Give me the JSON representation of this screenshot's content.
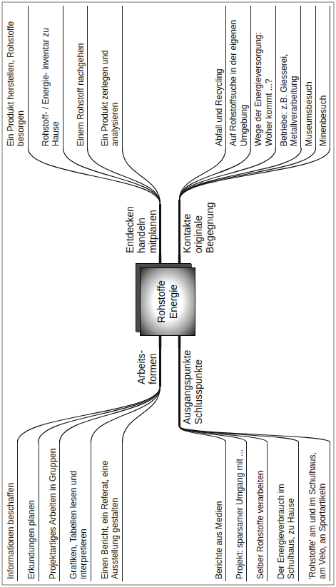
{
  "diagram": {
    "nodes": [
      {
        "text": [
          "Rohstoffe Energie"
        ]
      },
      {
        "text": [
          "Entdecken handeln mitplanen"
        ]
      },
      {
        "text": [
          "Ein Produkt herstellen, Rohstoffe besorgen"
        ]
      },
      {
        "text": [
          "Rohstoff- / Energie- inventar zu Hause"
        ]
      },
      {
        "text": [
          "Einem Rohstoff nachgehen"
        ]
      },
      {
        "text": [
          "Ein Produkt zerlegen und analysieren"
        ]
      },
      {
        "text": [
          "Kontakte originale Begegnung"
        ]
      },
      {
        "text": [
          "Abfall und Recycling"
        ]
      },
      {
        "text": [
          "Auf Rohstoffsuche in der eigenen Umgebung"
        ]
      },
      {
        "text": [
          "Wege der Energieversorgung: Woher kommt ...?"
        ]
      },
      {
        "text": [
          "Betriebe: z.B. Giesserei, Metallverarbeitung"
        ]
      },
      {
        "text": [
          "Museumsbesuch"
        ]
      },
      {
        "text": [
          "Minenbesuch"
        ]
      },
      {
        "text": [
          "Arbeits- formen"
        ]
      },
      {
        "text": [
          "Informationen beschaffen"
        ]
      },
      {
        "text": [
          "Erkundungen planen"
        ]
      },
      {
        "text": [
          "Projektartiges Arbeiten in Gruppen"
        ]
      },
      {
        "text": [
          "Grafiken, Tabellen lesen und interpretieren"
        ]
      },
      {
        "text": [
          "Einen Bericht, ein Referat, eine Ausstellung gestalten"
        ]
      },
      {
        "text": [
          "Ausgangspunkte Schlusspunkte"
        ]
      },
      {
        "text": [
          "Berichte aus Medien"
        ]
      },
      {
        "text": [
          "Projekt: sparsamer Umgang mit ..."
        ]
      },
      {
        "text": [
          "Selber Rohstoffe verarbeiten"
        ]
      },
      {
        "text": [
          "Der Energieverbrauch im Schulhaus, zu Hause"
        ]
      },
      {
        "text": [
          "'Rohstoffe' am und im Schulhaus, am Velo, an Sportartikeln"
        ]
      }
    ],
    "edges": [
      {
        "from": 0,
        "to": 1,
        "arrow": "none"
      },
      {
        "from": 1,
        "to": 2,
        "arrow": "none"
      },
      {
        "from": 1,
        "to": 3,
        "arrow": "none"
      },
      {
        "from": 1,
        "to": 4,
        "arrow": "none"
      },
      {
        "from": 1,
        "to": 5,
        "arrow": "none"
      },
      {
        "from": 0,
        "to": 6,
        "arrow": "none"
      },
      {
        "from": 6,
        "to": 7,
        "arrow": "none"
      },
      {
        "from": 6,
        "to": 8,
        "arrow": "none"
      },
      {
        "from": 6,
        "to": 9,
        "arrow": "none"
      },
      {
        "from": 6,
        "to": 10,
        "arrow": "none"
      },
      {
        "from": 6,
        "to": 11,
        "arrow": "none"
      },
      {
        "from": 6,
        "to": 12,
        "arrow": "none"
      },
      {
        "from": 0,
        "to": 13,
        "arrow": "none"
      },
      {
        "from": 13,
        "to": 14,
        "arrow": "none"
      },
      {
        "from": 13,
        "to": 15,
        "arrow": "none"
      },
      {
        "from": 13,
        "to": 16,
        "arrow": "none"
      },
      {
        "from": 13,
        "to": 17,
        "arrow": "none"
      },
      {
        "from": 13,
        "to": 18,
        "arrow": "none"
      },
      {
        "from": 0,
        "to": 19,
        "arrow": "none"
      },
      {
        "from": 19,
        "to": 20,
        "arrow": "none"
      },
      {
        "from": 19,
        "to": 21,
        "arrow": "none"
      },
      {
        "from": 19,
        "to": 22,
        "arrow": "none"
      },
      {
        "from": 19,
        "to": 23,
        "arrow": "none"
      },
      {
        "from": 19,
        "to": 24,
        "arrow": "none"
      }
    ]
  }
}
